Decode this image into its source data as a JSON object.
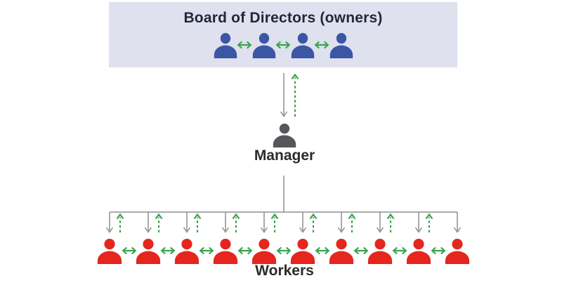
{
  "board": {
    "title": "Board of Directors (owners)",
    "member_count": 4
  },
  "manager": {
    "label": "Manager"
  },
  "workers": {
    "label": "Workers",
    "count": 10
  },
  "colors": {
    "board_box_bg": "#dfe1ee",
    "board_title_text": "#232838",
    "board_member": "#3c56a6",
    "manager_icon": "#56575b",
    "worker": "#e5261e",
    "communication_arrow_green": "#3aa34e",
    "authority_line_gray": "#8f8f8f",
    "label_text": "#2b2b2b"
  },
  "icons": {
    "board_member": "person-icon",
    "manager": "person-icon",
    "worker": "person-icon",
    "mutual_communication": "double-headed-arrow-icon",
    "top_down_authority": "down-arrow-icon",
    "bottom_up_feedback": "dashed-up-arrow-icon"
  }
}
